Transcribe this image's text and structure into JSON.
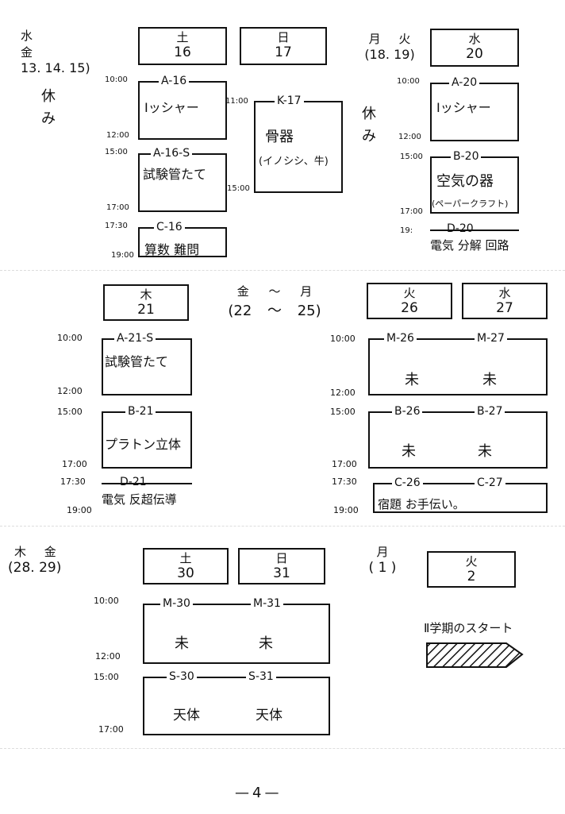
{
  "week1": {
    "wed_fri": {
      "dow": "水 金",
      "dates": "13. 14. 15)"
    },
    "sat": {
      "dow": "土",
      "date": "16"
    },
    "sun": {
      "dow": "日",
      "date": "17"
    },
    "mon_tue": {
      "dow": "月 火",
      "dates": "(18. 19)"
    },
    "wed": {
      "dow": "水",
      "date": "20"
    },
    "rest1": "休 み",
    "rest2": "休 み",
    "times_left": [
      "10:00",
      "12:00",
      "15:00",
      "17:00",
      "17:30",
      "19:00"
    ],
    "times_mid": [
      "11:00",
      "15:00"
    ],
    "times_right": [
      "10:00",
      "12:00",
      "15:00",
      "17:00",
      "19:"
    ],
    "a16": {
      "code": "A-16",
      "text": "Iッシャー"
    },
    "a16s": {
      "code": "A-16-S",
      "text": "試験管たて"
    },
    "c16": {
      "code": "C-16",
      "text": "算数 難問"
    },
    "k17": {
      "code": "K-17",
      "text": "骨器",
      "sub": "(イノシシ、牛)"
    },
    "a20": {
      "code": "A-20",
      "text": "Iッシャー"
    },
    "b20": {
      "code": "B-20",
      "text": "空気の器",
      "sub": "(ペーパークラフト)"
    },
    "d20": {
      "code": "D-20",
      "text": "電気 分解 回路"
    }
  },
  "week2": {
    "thu": {
      "dow": "木",
      "date": "21"
    },
    "fri_mon": {
      "dow": "金 〜 月",
      "dates": "(22 〜 25)"
    },
    "tue": {
      "dow": "火",
      "date": "26"
    },
    "wed": {
      "dow": "水",
      "date": "27"
    },
    "times_left": [
      "10:00",
      "12:00",
      "15:00",
      "17:00",
      "17:30",
      "19:00"
    ],
    "times_right": [
      "10:00",
      "12:00",
      "15:00",
      "17:00",
      "17:30",
      "19:00"
    ],
    "a21s": {
      "code": "A-21-S",
      "text": "試験管たて"
    },
    "b21": {
      "code": "B-21",
      "text": "プラトン立体"
    },
    "d21": {
      "code": "D-21",
      "text": "電気 反超伝導"
    },
    "m26": {
      "code": "M-26",
      "text": "未"
    },
    "m27": {
      "code": "M-27",
      "text": "未"
    },
    "b26": {
      "code": "B-26",
      "text": "未"
    },
    "b27": {
      "code": "B-27",
      "text": "未"
    },
    "c26": {
      "code": "C-26"
    },
    "c27": {
      "code": "C-27"
    },
    "c_text": "宿題 お手伝い。"
  },
  "week3": {
    "thu_fri": {
      "dow": "木 金",
      "dates": "(28. 29)"
    },
    "sat": {
      "dow": "土",
      "date": "30"
    },
    "sun": {
      "dow": "日",
      "date": "31"
    },
    "mon": {
      "dow": "月",
      "date": "( 1 )"
    },
    "tue": {
      "dow": "火",
      "date": "2"
    },
    "times": [
      "10:00",
      "12:00",
      "15:00",
      "17:00"
    ],
    "m30": {
      "code": "M-30",
      "text": "未"
    },
    "m31": {
      "code": "M-31",
      "text": "未"
    },
    "s30": {
      "code": "S-30",
      "text": "天体"
    },
    "s31": {
      "code": "S-31",
      "text": "天体"
    },
    "start_label": "Ⅱ学期のスタート"
  },
  "page_number": "—4—"
}
